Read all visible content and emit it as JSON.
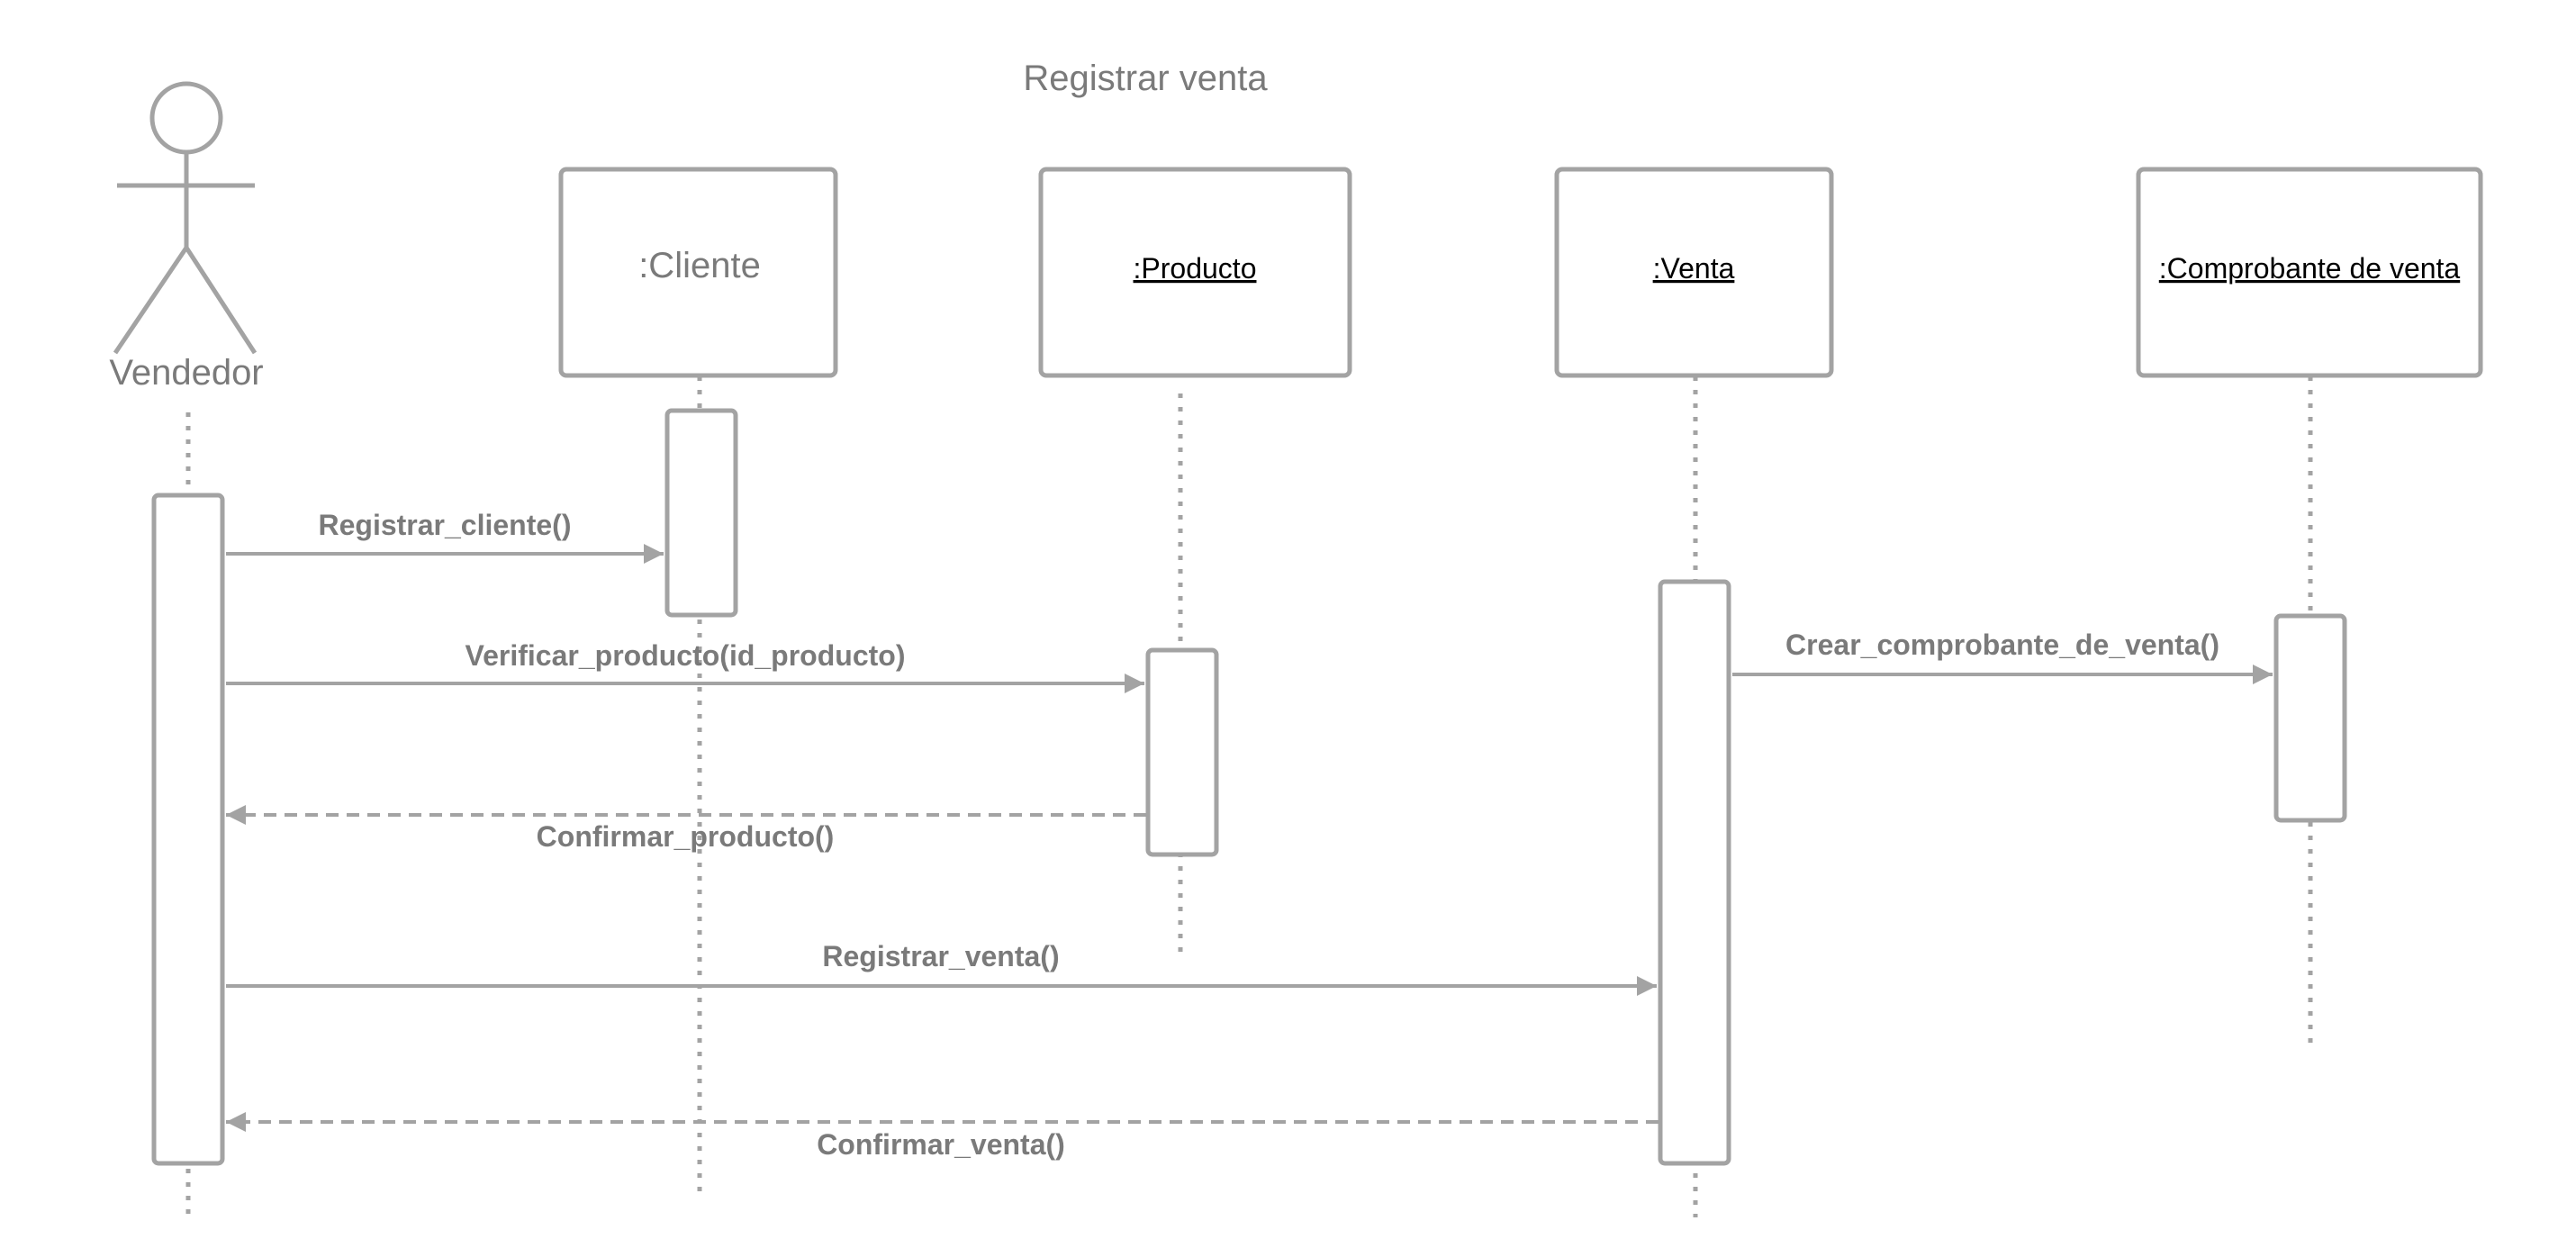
{
  "title": "Registrar venta",
  "actor": {
    "label": "Vendedor"
  },
  "objects": {
    "cliente": ":Cliente",
    "producto": ":Producto",
    "venta": ":Venta",
    "comprobante": ":Comprobante de venta"
  },
  "messages": {
    "registrar_cliente": "Registrar_cliente()",
    "verificar_producto": "Verificar_producto(id_producto)",
    "confirmar_producto": "Confirmar_producto()",
    "registrar_venta": "Registrar_venta()",
    "confirmar_venta": "Confirmar_venta()",
    "crear_comprobante": "Crear_comprobante_de_venta()"
  },
  "colors": {
    "line": "#a3a3a3",
    "text": "#7a7a7a",
    "label": "#000000"
  }
}
